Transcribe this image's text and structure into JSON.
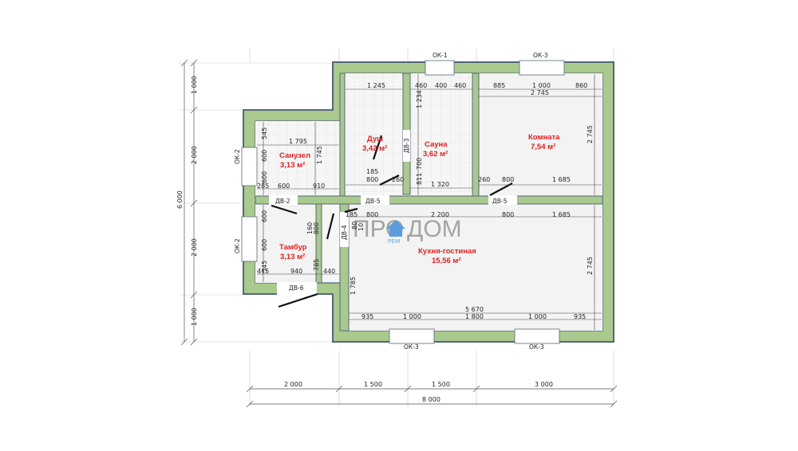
{
  "logo": {
    "left": "ПРО",
    "right": "ДОМ",
    "sub": "РЕМ"
  },
  "rooms": {
    "sanuzel": {
      "name": "Санузел",
      "area": "3,13 м²"
    },
    "dush": {
      "name": "Душ",
      "area": "3,42 м²"
    },
    "sauna": {
      "name": "Сауна",
      "area": "3,62 м²"
    },
    "komnata": {
      "name": "Комната",
      "area": "7,54 м²"
    },
    "tambur": {
      "name": "Тамбур",
      "area": "3,13 м²"
    },
    "kuhnya": {
      "name": "Кухня-гостиная",
      "area": "15,56 м²"
    }
  },
  "tags": {
    "ok1": "ОК-1",
    "ok3_top": "ОК-3",
    "ok2_upper": "ОК-2",
    "ok2_lower": "ОК-2",
    "ok3_bottom_left": "ОК-3",
    "ok3_bottom_right": "ОК-3",
    "dv2": "ДВ-2",
    "dv3": "ДВ-3",
    "dv4": "ДВ-4",
    "dv5_left": "ДВ-5",
    "dv5_right": "ДВ-5",
    "dv6": "ДВ-6"
  },
  "dims": {
    "left_1000_top": "1 000",
    "left_2000_upper": "2 000",
    "left_6000": "6 000",
    "left_2000_lower": "2 000",
    "left_1000_bottom": "1 000",
    "bottom_2000": "2 000",
    "bottom_1500_a": "1 500",
    "bottom_1500_b": "1 500",
    "bottom_3000": "3 000",
    "bottom_8000": "8 000",
    "dush_1245": "1 245",
    "sauna_460_a": "460",
    "sauna_400": "400",
    "sauna_460_b": "460",
    "komn_885": "885",
    "komn_1000": "1 000",
    "komn_860": "860",
    "komn_2745_top": "2 745",
    "komn_2745_side": "2 745",
    "sanuzel_1795": "1 795",
    "sanuzel_545": "545",
    "sanuzel_600_a": "600",
    "sanuzel_1745": "1 745",
    "sanuzel_285": "285",
    "sanuzel_600_b": "600",
    "sanuzel_910": "910",
    "sanuzel_600_c": "600",
    "wall_1234": "1 234",
    "wall_700": "700",
    "wall_811": "811",
    "dush_185": "185",
    "dush_800": "800",
    "dush_260": "260",
    "sauna_1320": "1 320",
    "komn_260": "260",
    "komn_800": "800",
    "komn_1685": "1 685",
    "hall_185": "185",
    "hall_800": "800",
    "kuh_2200": "2 200",
    "kuh_800": "800",
    "kuh_1685": "1 685",
    "tamb_600_a": "600",
    "tamb_160": "160",
    "tamb_800": "800",
    "tamb_600_b": "600",
    "tamb_545": "545",
    "tamb_785": "785",
    "tamb_415": "415",
    "tamb_940": "940",
    "tamb_440": "440",
    "hall_80": "80",
    "hall_10": "10",
    "kuh_1785": "1 785",
    "kuh_2745": "2 745",
    "kuh_5670": "5 670",
    "kuh_935_a": "935",
    "kuh_1000_a": "1 000",
    "kuh_1800": "1 800",
    "kuh_1000_b": "1 000",
    "kuh_935_b": "935"
  }
}
